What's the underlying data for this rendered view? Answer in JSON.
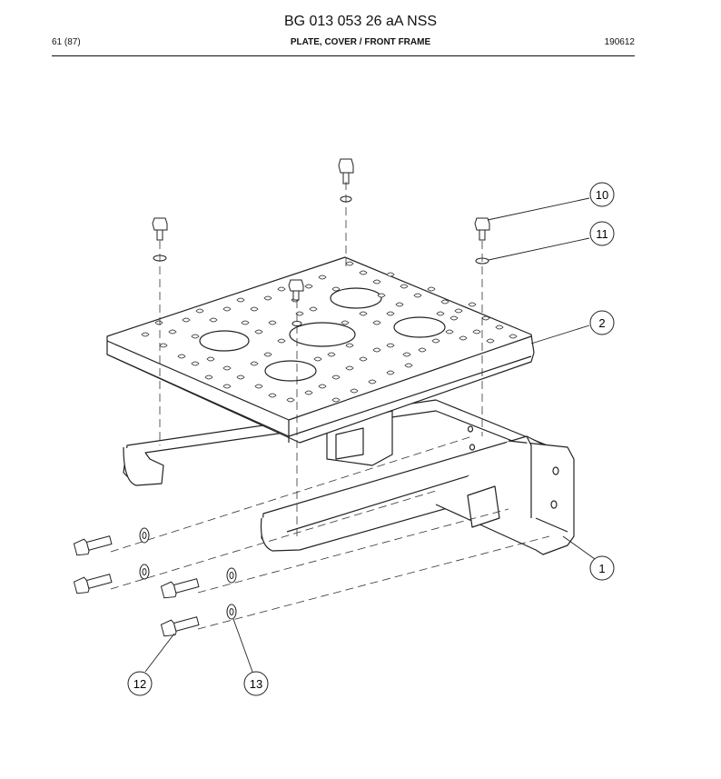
{
  "header": {
    "doc_title": "BG 013 053 26 aA NSS",
    "page": "61 (87)",
    "part_name": "PLATE, COVER / FRONT FRAME",
    "date": "190612"
  },
  "callouts": [
    {
      "id": "10",
      "label": "10"
    },
    {
      "id": "11",
      "label": "11"
    },
    {
      "id": "2",
      "label": "2"
    },
    {
      "id": "1",
      "label": "1"
    },
    {
      "id": "12",
      "label": "12"
    },
    {
      "id": "13",
      "label": "13"
    }
  ]
}
